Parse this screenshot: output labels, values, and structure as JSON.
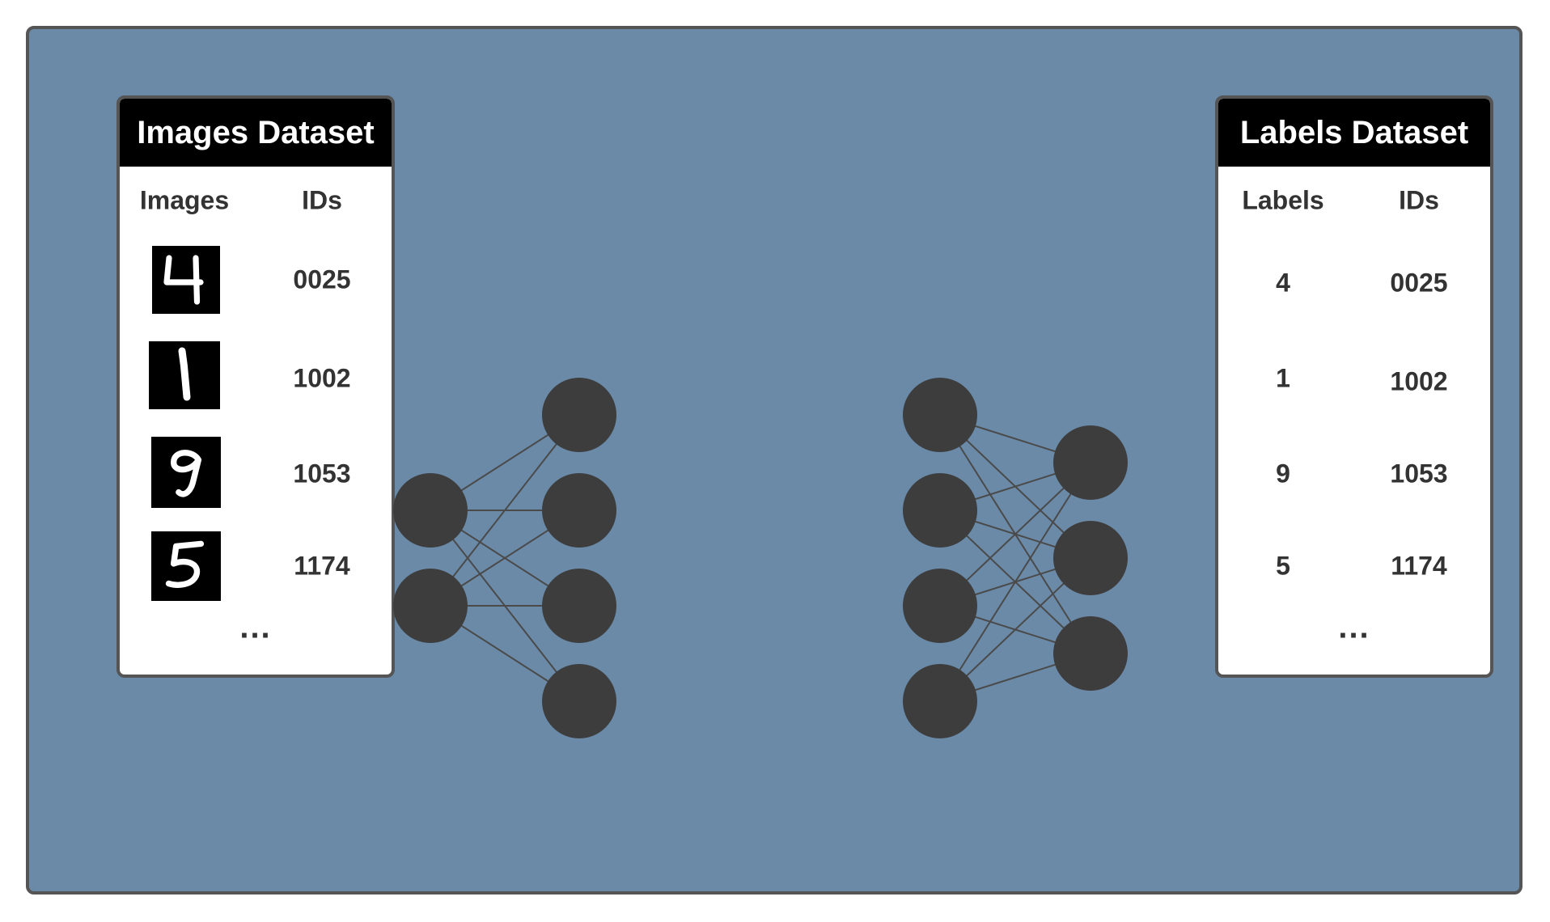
{
  "images_dataset": {
    "title": "Images Dataset",
    "columns": [
      "Images",
      "IDs"
    ],
    "rows": [
      {
        "image": "handwritten-digit-4",
        "id": "0025"
      },
      {
        "image": "handwritten-digit-1",
        "id": "1002"
      },
      {
        "image": "handwritten-digit-9",
        "id": "1053"
      },
      {
        "image": "handwritten-digit-5",
        "id": "1174"
      }
    ],
    "ellipsis": "..."
  },
  "labels_dataset": {
    "title": "Labels Dataset",
    "columns": [
      "Labels",
      "IDs"
    ],
    "rows": [
      {
        "label": "4",
        "id": "0025"
      },
      {
        "label": "1",
        "id": "1002"
      },
      {
        "label": "9",
        "id": "1053"
      },
      {
        "label": "5",
        "id": "1174"
      }
    ],
    "ellipsis": "..."
  },
  "networks": [
    {
      "layers": [
        2,
        4
      ]
    },
    {
      "layers": [
        4,
        3
      ]
    }
  ],
  "colors": {
    "background": "#6a8aa8",
    "border": "#555555",
    "node": "#3d3d3d",
    "edge": "#4a4a4a",
    "header": "#000000"
  }
}
